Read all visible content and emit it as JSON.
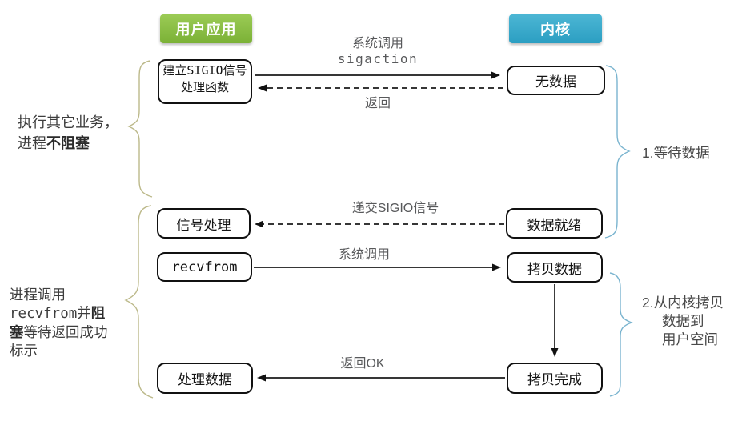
{
  "colors": {
    "green_light": "#9bcb55",
    "green_dark": "#7bb136",
    "blue_light": "#4cb6d4",
    "blue_dark": "#2b9ec2",
    "box_border": "#111111",
    "arrow_black": "#1a1a1a",
    "label_gray": "#58595b",
    "note_dark": "#3d3d3d",
    "brace_olive": "#bcb98a",
    "brace_blue": "#7ab4cf"
  },
  "headers": {
    "user_app": "用户应用",
    "kernel": "内核"
  },
  "boxes": {
    "setup_sigio": {
      "p1": "建立",
      "p2": "SIGIO",
      "p3": "信号处理函数"
    },
    "no_data": "无数据",
    "signal_handler": "信号处理",
    "recvfrom": "recvfrom",
    "data_ready": "数据就绪",
    "copy_data": "拷贝数据",
    "process_data": "处理数据",
    "copy_complete": "拷贝完成"
  },
  "arrow_labels": {
    "syscall_top": "系统调用",
    "sigaction": "sigaction",
    "return_top": "返回",
    "deliver_sigio": "递交SIGIO信号",
    "syscall_mid": "系统调用",
    "return_ok": "返回OK"
  },
  "side_notes": {
    "left_top": {
      "l1": "执行其它业务，",
      "l2a": "进程",
      "l2b": "不阻塞"
    },
    "left_bottom": {
      "l1": "进程调用",
      "l2a": "recvfrom",
      "l2b": "并",
      "l2c": "阻",
      "l3a": "塞",
      "l3b": "等待返回成功",
      "l4": "标示"
    },
    "right_top": "1.等待数据",
    "right_bottom": {
      "l1": "2.从内核拷贝",
      "l2": "数据到",
      "l3": "用户空间"
    }
  }
}
